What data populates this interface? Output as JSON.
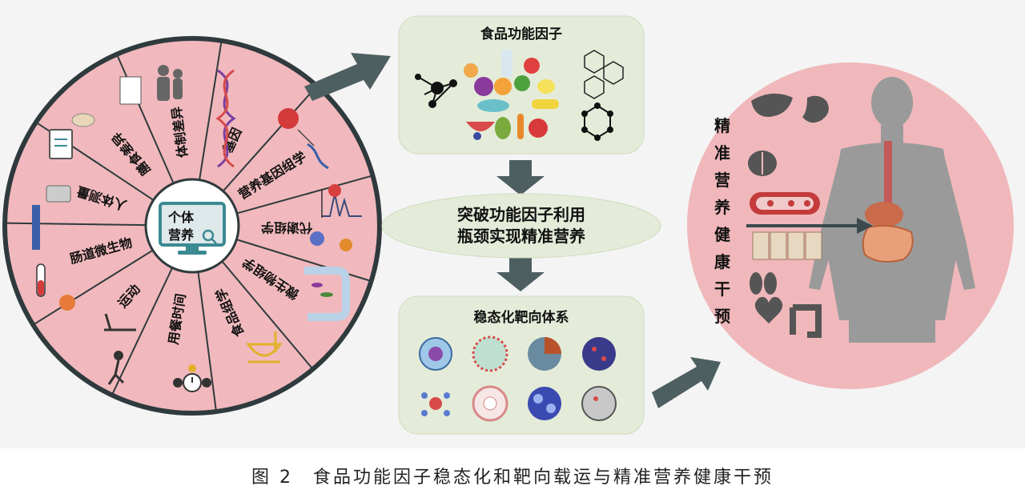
{
  "colors": {
    "wheel_fill": "#f1b9bd",
    "wheel_stroke": "#2f3a3d",
    "box_fill": "#e4ecd9",
    "arrow": "#4e5f61",
    "circle_fill": "#f0b8bb",
    "body": "#9a9a9a"
  },
  "wheel": {
    "center_line1": "个体",
    "center_line2": "营养",
    "segments": [
      {
        "label": "基因"
      },
      {
        "label": "营养基因组学"
      },
      {
        "label": "代谢组学"
      },
      {
        "label": "微生物组学"
      },
      {
        "label": "食品组学"
      },
      {
        "label": "用餐时间"
      },
      {
        "label": "运动"
      },
      {
        "label": "肠道微生物"
      },
      {
        "label": "人体测量"
      },
      {
        "label": "膳食差异"
      },
      {
        "label": "体制差异"
      }
    ]
  },
  "top_box": {
    "title": "食品功能因子"
  },
  "middle": {
    "line1": "突破功能因子利用",
    "line2": "瓶颈实现精准营养"
  },
  "bottom_box": {
    "title": "稳态化靶向体系"
  },
  "right": {
    "vertical_text": "精准营养健康干预"
  },
  "caption": "图 2　食品功能因子稳态化和靶向载运与精准营养健康干预"
}
